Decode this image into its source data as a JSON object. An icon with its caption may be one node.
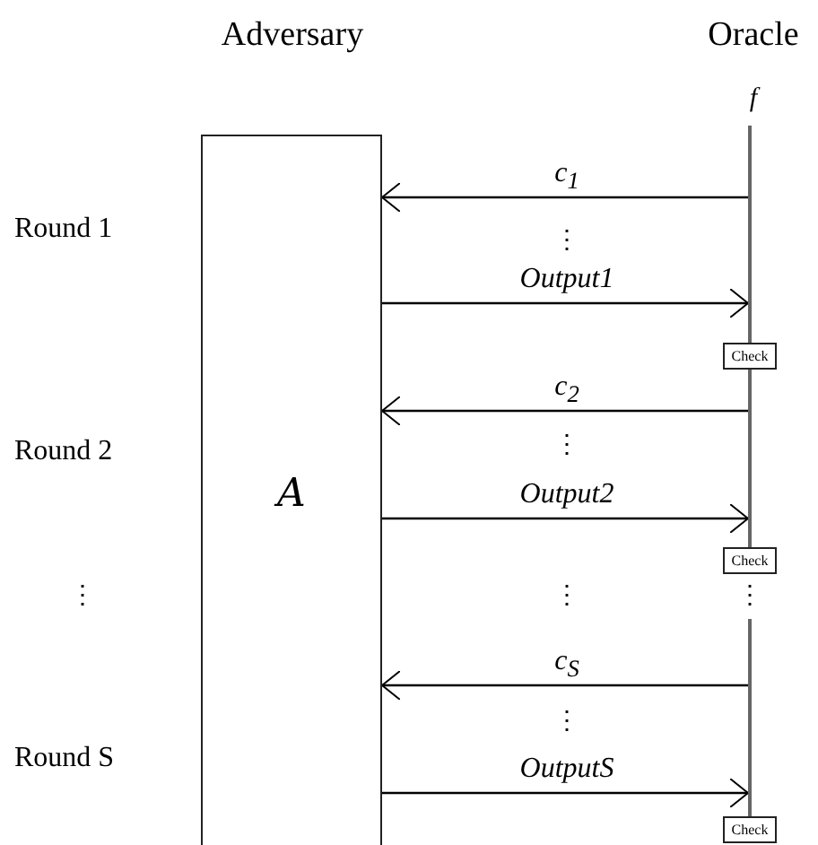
{
  "diagram": {
    "nodes": [
      {
        "text": [
          "A"
        ]
      },
      {
        "text": [],
        "shape": "bar"
      },
      {
        "text": [
          "Check"
        ]
      },
      {
        "text": [],
        "shape": "bar"
      },
      {
        "text": [
          "Check"
        ]
      },
      {
        "text": [],
        "shape": "bar"
      },
      {
        "text": [
          "Check"
        ]
      }
    ],
    "edges": [
      {
        "from": 1,
        "to": 0,
        "arrow": "to",
        "label": "c$_{1}$"
      },
      {
        "from": 0,
        "to": 1,
        "arrow": "to",
        "label": "Output1"
      },
      {
        "from": 3,
        "to": 0,
        "arrow": "to",
        "label": "c$_{2}$"
      },
      {
        "from": 0,
        "to": 3,
        "arrow": "to",
        "label": "Output2"
      },
      {
        "from": 5,
        "to": 0,
        "arrow": "to",
        "label": "c$_{S}$"
      },
      {
        "from": 0,
        "to": 5,
        "arrow": "to",
        "label": "OutputS"
      }
    ],
    "labels": [
      "Adversary",
      "Oracle",
      "f",
      "Round 1",
      "⋮",
      "Round 2",
      "⋮",
      "⋮",
      "⋮",
      "⋮",
      "Round S",
      "⋮"
    ]
  }
}
